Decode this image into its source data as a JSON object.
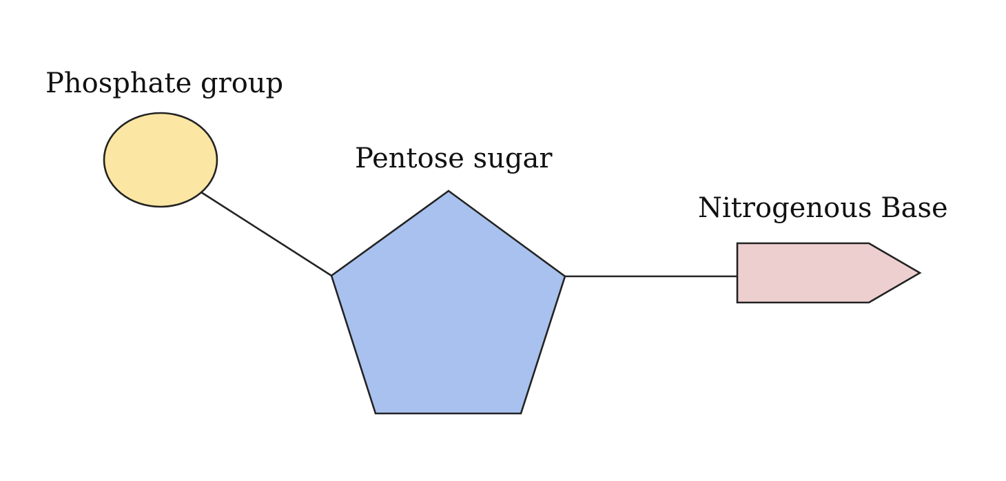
{
  "diagram": {
    "labels": {
      "phosphate": "Phosphate group",
      "sugar": "Pentose sugar",
      "base": "Nitrogenous Base"
    },
    "colors": {
      "phosphate_fill": "#FBE6A3",
      "sugar_fill": "#A9C1EE",
      "base_fill": "#EECFCF",
      "outline": "#222222",
      "text": "#111111"
    }
  }
}
